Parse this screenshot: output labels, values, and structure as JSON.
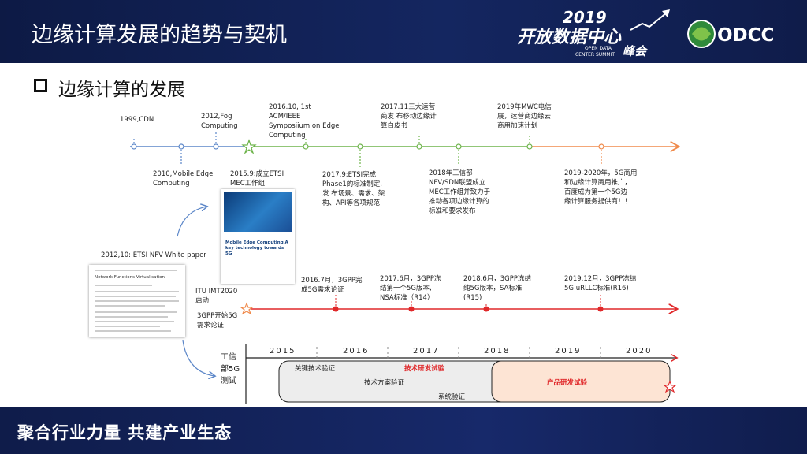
{
  "header": {
    "title": "边缘计算发展的趋势与契机",
    "logo_summit": {
      "year": "2019",
      "main": "开放数据中心",
      "sub": "峰会",
      "en1": "OPEN DATA",
      "en2": "CENTER SUMMIT"
    },
    "logo_odcc": "ODCC"
  },
  "section": {
    "title": "边缘计算的发展"
  },
  "timeline_top": {
    "events_above": [
      {
        "text": "1999,CDN"
      },
      {
        "text": "2012,Fog\nComputing"
      },
      {
        "text": "2016.10, 1st\nACM/IEEE\nSymposiium on Edge\nComputing"
      },
      {
        "text": "2017.11三大运营\n商发 布移动边缘计\n算白皮书"
      },
      {
        "text": "2019年MWC电信\n展，运营商边缘云\n商用加速计划"
      }
    ],
    "events_below": [
      {
        "text": "2010,Mobile Edge\nComputing"
      },
      {
        "text": "2015.9:成立ETSI\nMEC工作组"
      },
      {
        "text": "2017.9:ETSI完成\nPhase1的标准制定,\n发 布场景、需求、架\n构、API等各项规范"
      },
      {
        "text": "2018年工信部\nNFV/SDN联盟成立\nMEC工作组并致力于\n推动各项边缘计算的\n标准和要求发布"
      },
      {
        "text": "2019-2020年，5G商用\n和边缘计算商用推广，\n百度成为第一个5G边\n缘计算服务提供商！！"
      }
    ]
  },
  "documents": {
    "white_paper_label": "2012,10: ETSI NFV White paper",
    "white_paper_title": "Network Functions Virtualisation",
    "etsi_cover_title": "Mobile Edge Computing\nA key technology towards 5G"
  },
  "timeline_3gpp": {
    "start_label_itu": "ITU IMT2020\n启动",
    "start_label_3gpp": "3GPP开始5G\n需求论证",
    "events": [
      {
        "text": "2016.7月，3GPP完\n成5G需求论证"
      },
      {
        "text": "2017.6月，3GPP冻\n结第一个5G版本,\nNSA标准（R14）"
      },
      {
        "text": "2018.6月，3GPP冻结\n纯5G版本，SA标准\n(R15)"
      },
      {
        "text": "2019.12月，3GPP冻结\n5G uRLLC标准(R16)"
      }
    ]
  },
  "gantt": {
    "years": [
      "2015",
      "2016",
      "2017",
      "2018",
      "2019",
      "2020"
    ],
    "row_label": "工信\n部5G\n测试",
    "items": [
      {
        "text": "关键技术验证",
        "emphasis": false
      },
      {
        "text": "技术研发试验",
        "emphasis": true
      },
      {
        "text": "技术方案验证",
        "emphasis": false
      },
      {
        "text": "系统验证",
        "emphasis": false
      },
      {
        "text": "产品研发试验",
        "emphasis": true
      }
    ]
  },
  "footer": {
    "slogan": "聚合行业力量 共建产业生态"
  },
  "colors": {
    "header_bg": "#142660",
    "timeline_blue": "#5b86c8",
    "timeline_green": "#6db34a",
    "timeline_orange": "#f08a4b",
    "accent_red": "#e0282a"
  }
}
